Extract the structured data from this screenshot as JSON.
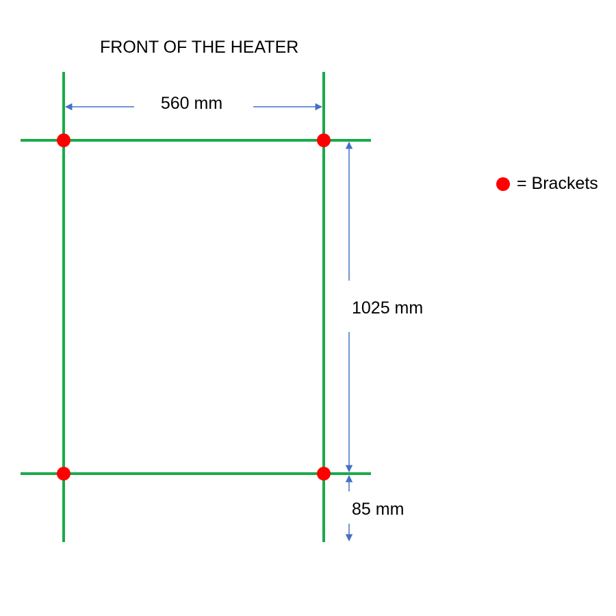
{
  "title": "FRONT OF THE HEATER",
  "dimensions": {
    "width": "560 mm",
    "height": "1025 mm",
    "offset": "85 mm"
  },
  "legend": {
    "label": "= Brackets",
    "marker": "bracket-dot"
  },
  "colors": {
    "frame": "#1aaa48",
    "bracket": "#ff0000",
    "dimension_arrow": "#4472c4",
    "text": "#000000"
  }
}
